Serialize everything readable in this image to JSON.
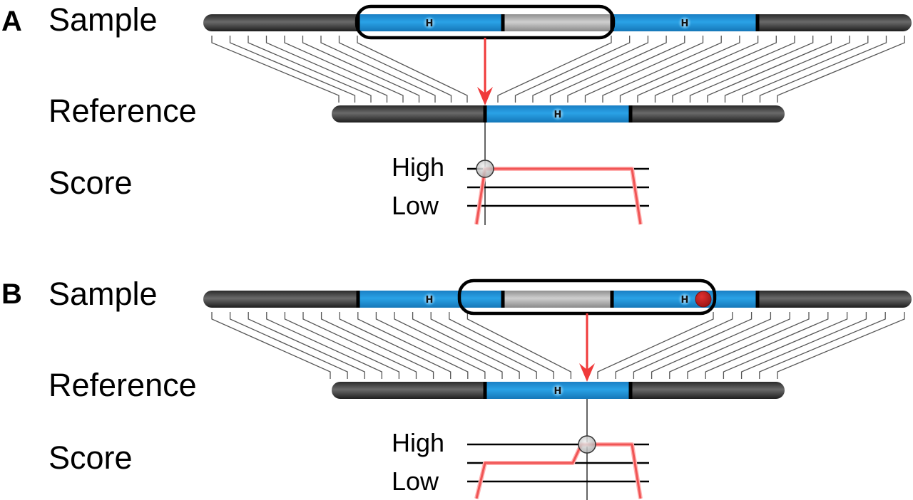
{
  "colors": {
    "chromosome_dark": "#3a3a3a",
    "chromosome_blue": "#1a8fd6",
    "chromosome_grey": "#b5b5b5",
    "divider": "#000000",
    "window_outline": "#000000",
    "arrow": "#f03a3a",
    "score_line": "#f05555",
    "connector": "#555555",
    "marker_grey": "#c8c8c8",
    "variant_red": "#cc2222"
  },
  "panels": [
    {
      "id": "A",
      "letter": "A",
      "labels": {
        "sample": "Sample",
        "reference": "Reference",
        "score": "Score"
      },
      "score_axis": {
        "high": "High",
        "low": "Low"
      },
      "segment_marker": "H",
      "sample_segments": [
        "dark",
        "blue",
        "grey",
        "blue",
        "dark"
      ],
      "reference_segments": [
        "dark",
        "blue",
        "dark"
      ],
      "has_variant": false,
      "score_profile": [
        "low",
        "high",
        "high",
        "low"
      ]
    },
    {
      "id": "B",
      "letter": "B",
      "labels": {
        "sample": "Sample",
        "reference": "Reference",
        "score": "Score"
      },
      "score_axis": {
        "high": "High",
        "low": "Low"
      },
      "segment_marker": "H",
      "sample_segments": [
        "dark",
        "blue",
        "grey",
        "blue",
        "dark"
      ],
      "reference_segments": [
        "dark",
        "blue",
        "dark"
      ],
      "has_variant": true,
      "score_profile": [
        "low",
        "mid",
        "mid",
        "high",
        "high",
        "low"
      ]
    }
  ]
}
